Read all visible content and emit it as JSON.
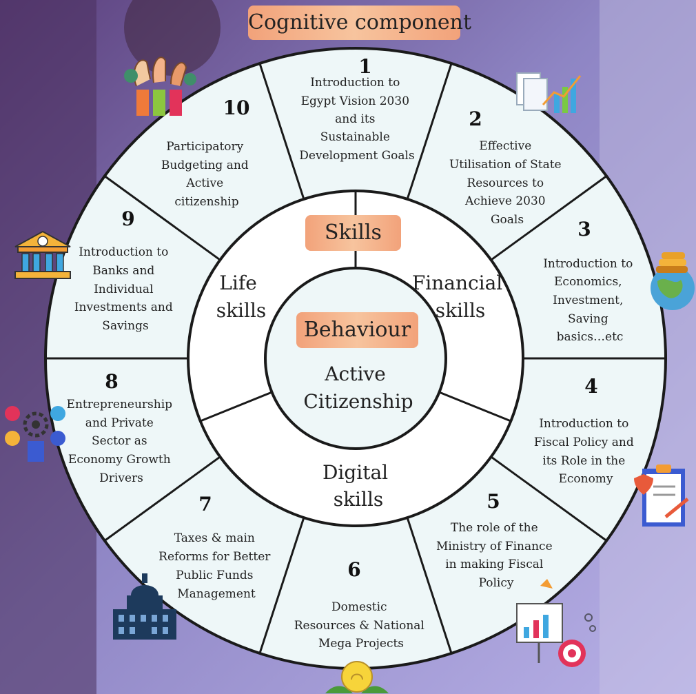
{
  "title": "Cognitive component",
  "skills_label": "Skills",
  "behaviour_label": "Behaviour",
  "center_text": [
    "Active",
    "Citizenship"
  ],
  "skills": [
    {
      "id": "life",
      "lines": [
        "Life",
        "skills"
      ]
    },
    {
      "id": "financial",
      "lines": [
        "Financial",
        "skills"
      ]
    },
    {
      "id": "digital",
      "lines": [
        "Digital",
        "skills"
      ]
    }
  ],
  "segments": [
    {
      "number": "1",
      "lines": [
        "Introduction to",
        "Egypt Vision 2030",
        "and its",
        "Sustainable",
        "Development Goals"
      ]
    },
    {
      "number": "2",
      "lines": [
        "Effective",
        "Utilisation of State",
        "Resources to",
        "Achieve 2030",
        "Goals"
      ]
    },
    {
      "number": "3",
      "lines": [
        "Introduction to",
        "Economics,",
        "Investment,",
        "Saving",
        "basics…etc"
      ]
    },
    {
      "number": "4",
      "lines": [
        "Introduction to",
        "Fiscal Policy and",
        "its Role in the",
        "Economy"
      ]
    },
    {
      "number": "5",
      "lines": [
        "The role of the",
        "Ministry of  Finance",
        "in making Fiscal",
        "Policy"
      ]
    },
    {
      "number": "6",
      "lines": [
        "Domestic",
        "Resources & National",
        "Mega Projects"
      ]
    },
    {
      "number": "7",
      "lines": [
        "Taxes & main",
        "Reforms for Better",
        "Public Funds",
        "Management"
      ]
    },
    {
      "number": "8",
      "lines": [
        "Entrepreneurship",
        "and Private",
        "Sector as",
        "Economy Growth",
        "Drivers"
      ]
    },
    {
      "number": "9",
      "lines": [
        "Introduction to",
        "Banks and",
        "Individual",
        "Investments and",
        "Savings"
      ]
    },
    {
      "number": "10",
      "lines": [
        "Participatory",
        "Budgeting and",
        "Active",
        "citizenship"
      ]
    }
  ],
  "icons": [
    "raised-hands-icon",
    "documents-chart-icon",
    "globe-coins-icon",
    "clipboard-pen-icon",
    "presentation-target-icon",
    "lightbulb-icon",
    "government-building-icon",
    "business-cycle-icon",
    "bank-icon"
  ],
  "colors": {
    "wheel_fill": "#eef7f8",
    "inner_fill": "#ffffff",
    "line": "#1a1a1a",
    "pill": "#f4b08a",
    "background": "#7e6fb8"
  }
}
